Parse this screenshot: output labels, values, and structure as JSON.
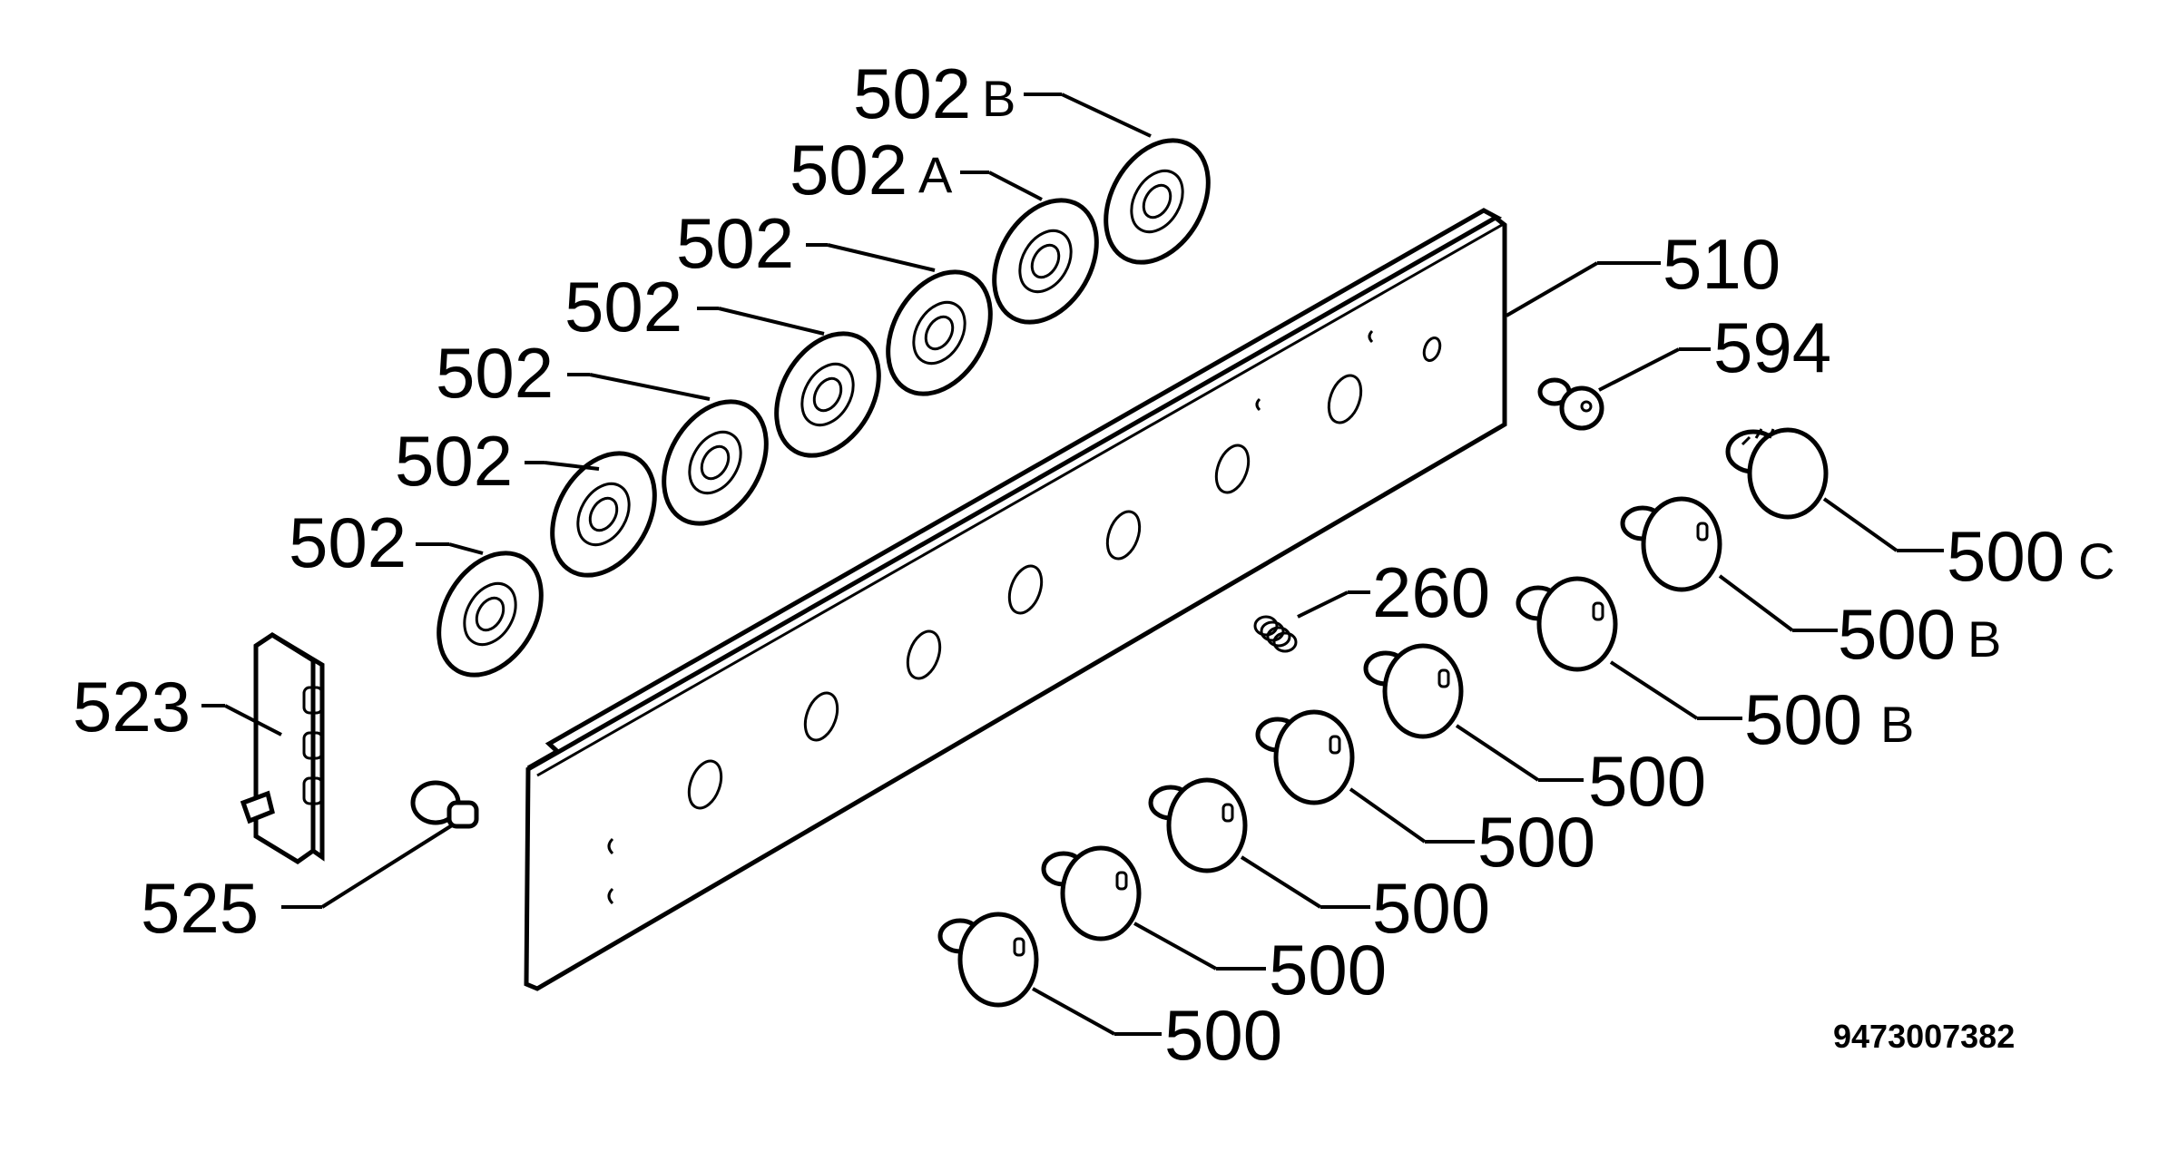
{
  "callouts": [
    {
      "num": "502",
      "suffix": "B"
    },
    {
      "num": "502",
      "suffix": "A"
    },
    {
      "num": "502",
      "suffix": ""
    },
    {
      "num": "502",
      "suffix": ""
    },
    {
      "num": "502",
      "suffix": ""
    },
    {
      "num": "502",
      "suffix": ""
    },
    {
      "num": "502",
      "suffix": ""
    },
    {
      "num": "510",
      "suffix": ""
    },
    {
      "num": "594",
      "suffix": ""
    },
    {
      "num": "260",
      "suffix": ""
    },
    {
      "num": "500",
      "suffix": "C"
    },
    {
      "num": "500",
      "suffix": "B"
    },
    {
      "num": "500",
      "suffix": "B"
    },
    {
      "num": "500",
      "suffix": ""
    },
    {
      "num": "500",
      "suffix": ""
    },
    {
      "num": "500",
      "suffix": ""
    },
    {
      "num": "500",
      "suffix": ""
    },
    {
      "num": "500",
      "suffix": ""
    },
    {
      "num": "523",
      "suffix": ""
    },
    {
      "num": "525",
      "suffix": ""
    }
  ],
  "document_number": "9473007382"
}
